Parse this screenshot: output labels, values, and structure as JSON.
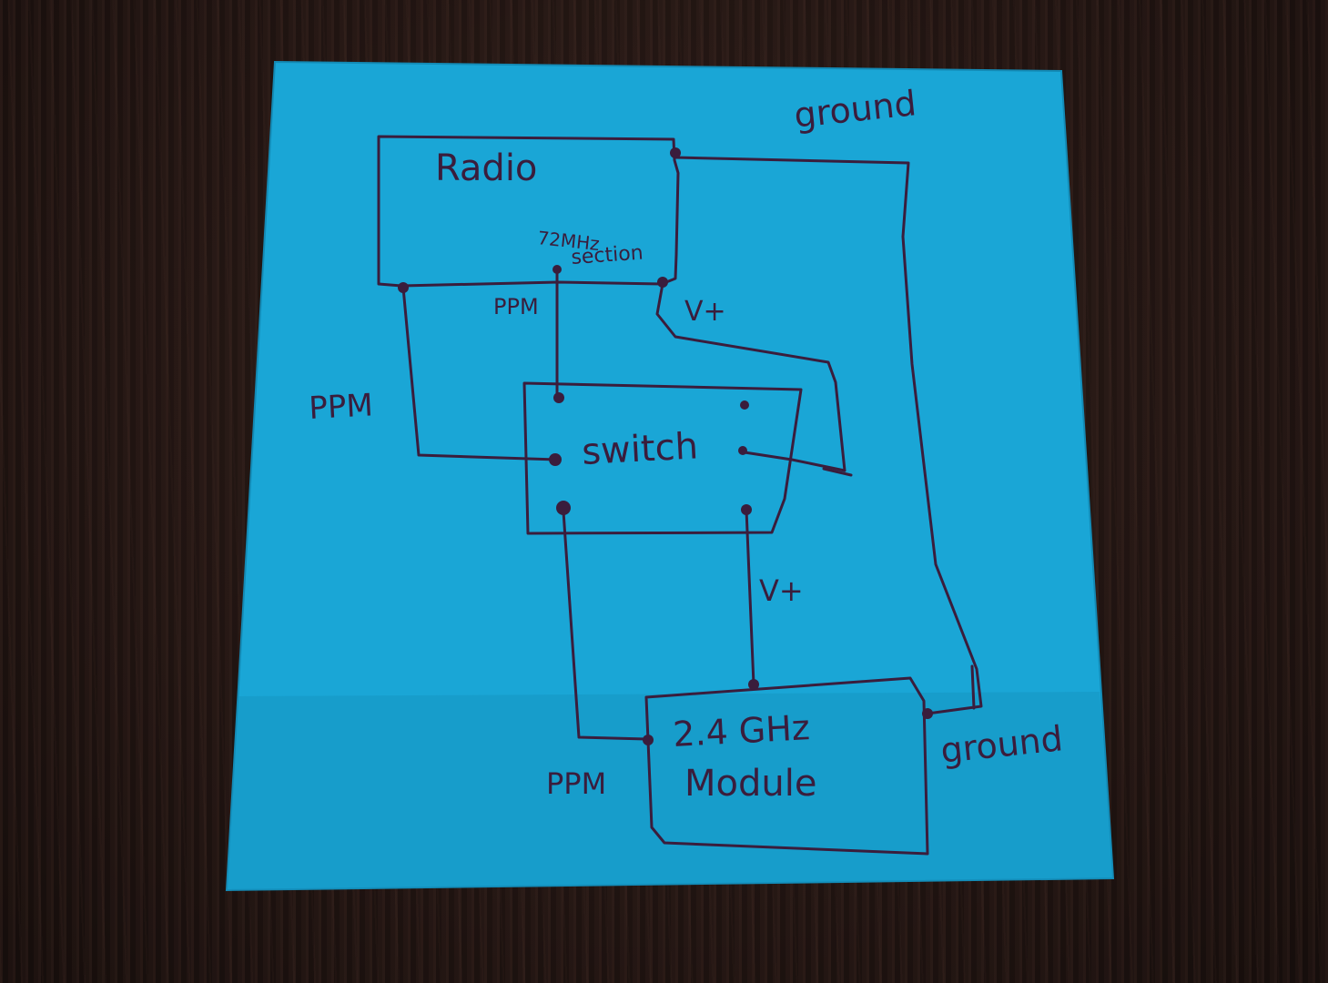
{
  "colors": {
    "table": "#241714",
    "note": "#1aa6d6",
    "note_shadow": "#1596c3",
    "ink": "#3a1d3c"
  },
  "diagram": {
    "radio": {
      "title": "Radio",
      "section_line1": "72MHz",
      "section_line2": "section"
    },
    "switch": {
      "title": "switch"
    },
    "module": {
      "title_line1": "2.4 GHz",
      "title_line2": "Module"
    },
    "labels": {
      "ground_top": "ground",
      "ground_bottom": "ground",
      "ppm_radio": "PPM",
      "ppm_left": "PPM",
      "ppm_module": "PPM",
      "vplus_radio": "V+",
      "vplus_switch": "V+"
    }
  }
}
